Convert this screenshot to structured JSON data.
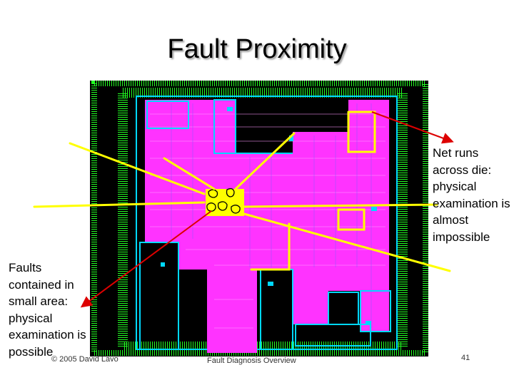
{
  "slide": {
    "title": "Fault Proximity",
    "note_right": "Net runs across die: physical examination is almost impossible",
    "note_left": "Faults contained in small area: physical examination is possible",
    "footer_copyright": "© 2005 David Lavo",
    "footer_center": "Fault Diagnosis Overview",
    "page_number": "41"
  },
  "colors": {
    "die_background": "#000000",
    "logic_fill": "#ff33ff",
    "metal_traces": "#00d8ff",
    "pad_ring": "#22ff22",
    "net_highlight": "#ffff00",
    "fault_arrow": "#dd0000"
  }
}
